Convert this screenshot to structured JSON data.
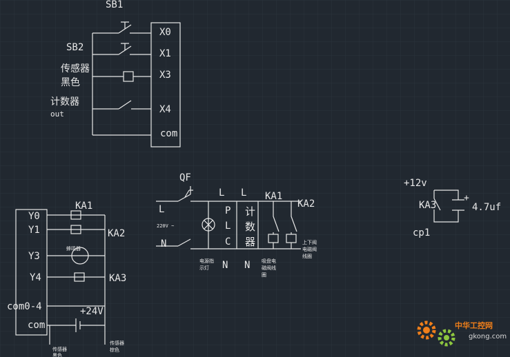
{
  "colors": {
    "background": "#212830",
    "grid": "#2b333d",
    "wire": "#e8e8e8",
    "logo_orange": "#f07f1a",
    "logo_green": "#8dc63f"
  },
  "input_block": {
    "sb1": "SB1",
    "sb2": "SB2",
    "sensor_line1": "传感器",
    "sensor_line2": "黑色",
    "counter_line1": "计数器",
    "counter_line2": "out",
    "x0": "X0",
    "x1": "X1",
    "x3": "X3",
    "x4": "X4",
    "com": "com"
  },
  "output_block": {
    "y0": "Y0",
    "y1": "Y1",
    "y3": "Y3",
    "y4": "Y4",
    "com04": "com0-4",
    "com": "com",
    "ka1": "KA1",
    "ka2": "KA2",
    "ka3": "KA3",
    "buzzer": "蜂鸣器",
    "v24": "+24V",
    "sensor_bl1": "传感器",
    "sensor_bl2": "黑色",
    "sensor_br1": "传感器",
    "sensor_br2": "棕色"
  },
  "power_block": {
    "qf": "QF",
    "l_top1": "L",
    "l_top2": "L",
    "l_left": "L",
    "v220": "220V ~",
    "n_left": "N",
    "plc": [
      "P",
      "L",
      "C"
    ],
    "counter": [
      "计",
      "数",
      "器"
    ],
    "ka1": "KA1",
    "ka2": "KA2",
    "lamp1": "电源指",
    "lamp2": "示灯",
    "n_b1": "N",
    "n_b2": "N",
    "suck1": "吸盘电",
    "suck2": "磁阀线",
    "suck3": "圈",
    "updown1": "上下阀",
    "updown2": "电磁阀",
    "updown3": "线圈"
  },
  "cap_block": {
    "v12": "+12v",
    "ka3": "KA3",
    "plus": "+",
    "cap": "4.7uf",
    "cp1": "cp1"
  },
  "watermark": {
    "name": "中华工控网",
    "url": "gkong.com"
  }
}
